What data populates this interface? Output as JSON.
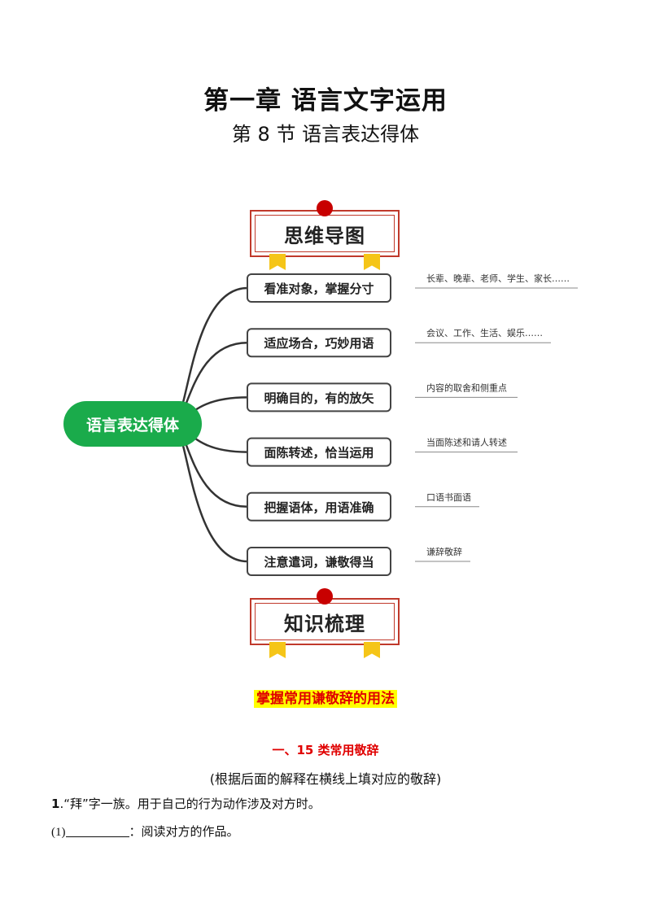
{
  "header": {
    "chapter_title": "第一章  语言文字运用",
    "section_title": "第 8 节  语言表达得体"
  },
  "banners": {
    "mind_map": "思维导图",
    "knowledge": "知识梳理"
  },
  "mind_map": {
    "center": "语言表达得体",
    "branches": [
      {
        "label": "看准对象，掌握分寸",
        "note": "长辈、晚辈、老师、学生、家长……"
      },
      {
        "label": "适应场合，巧妙用语",
        "note": "会议、工作、生活、娱乐……"
      },
      {
        "label": "明确目的，有的放矢",
        "note": "内容的取舍和侧重点"
      },
      {
        "label": "面陈转述，恰当运用",
        "note": "当面陈述和请人转述"
      },
      {
        "label": "把握语体，用语准确",
        "note": "口语书面语"
      },
      {
        "label": "注意遣词，谦敬得当",
        "note": "谦辞敬辞"
      }
    ],
    "colors": {
      "center_fill": "#1aab4b",
      "node_border": "#444444",
      "curve": "#333333"
    }
  },
  "body": {
    "emphasis_heading": "掌握常用谦敬辞的用法",
    "sub_heading": "一、15 类常用敬辞",
    "instruction": "(根据后面的解释在横线上填对应的敬辞)",
    "item1_number": "1",
    "item1_text": ".“拜”字一族。用于自己的行为动作涉及对方时。",
    "item1_sub_prefix": "(1)",
    "item1_sub_text": "：阅读对方的作品。"
  }
}
